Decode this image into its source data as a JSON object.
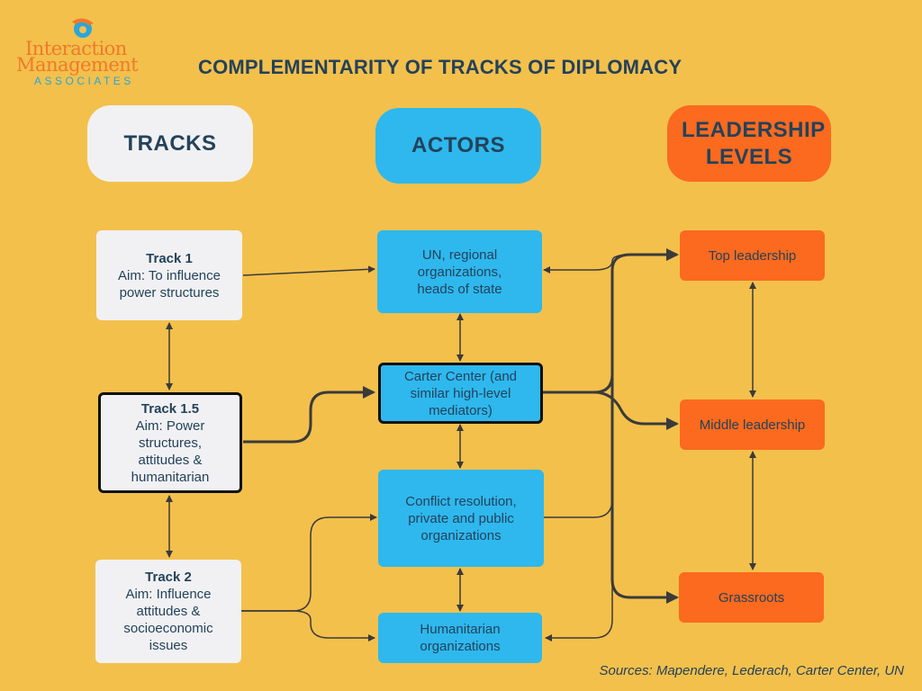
{
  "logo": {
    "line1": "Interaction",
    "line2": "Management",
    "line3": "ASSOCIATES",
    "colors": {
      "text": "#F0792A",
      "sub": "#2BA6D9"
    }
  },
  "title": "COMPLEMENTARITY OF TRACKS OF DIPLOMACY",
  "headers": {
    "tracks": "TRACKS",
    "actors": "ACTORS",
    "levels": "LEADERSHIP LEVELS"
  },
  "tracks": [
    {
      "name": "Track 1",
      "aim": "Aim: To influence power structures"
    },
    {
      "name": "Track 1.5",
      "aim": "Aim: Power structures, attitudes & humanitarian"
    },
    {
      "name": "Track 2",
      "aim": "Aim: Influence attitudes & socioeconomic issues"
    }
  ],
  "actors": [
    {
      "label": "UN, regional organizations, heads of state"
    },
    {
      "label": "Carter Center (and similar high-level mediators)"
    },
    {
      "label": "Conflict resolution, private and public organizations"
    },
    {
      "label": "Humanitarian organizations"
    }
  ],
  "levels": [
    {
      "label": "Top leadership"
    },
    {
      "label": "Middle leadership"
    },
    {
      "label": "Grassroots"
    }
  ],
  "sources": "Sources: Mapendere, Lederach, Carter Center, UN",
  "colors": {
    "background": "#F3C04C",
    "track": "#F1F1F3",
    "actor": "#2EB8EE",
    "level": "#FB6A1E",
    "text": "#24425A",
    "connector": "#3A3A3A"
  }
}
